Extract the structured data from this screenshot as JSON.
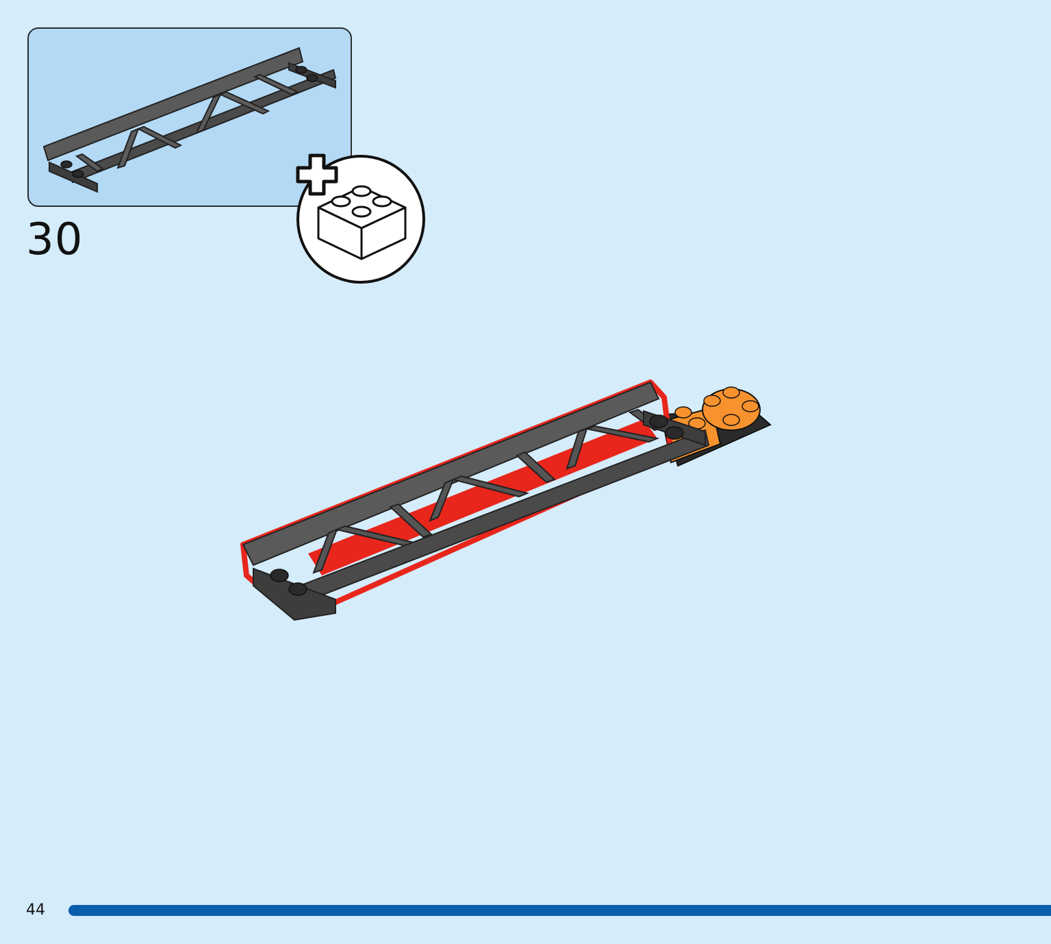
{
  "step": {
    "number": "30"
  },
  "page": {
    "number": "44"
  },
  "colors": {
    "background": "#d5ecfb",
    "callout_background": "#b3d9f5",
    "progress_bar": "#0a5fac",
    "ladder": "#4a4a4a",
    "highlight": "#e8261c",
    "accent_orange": "#f7922e"
  },
  "icons": {
    "callout_part": "ladder-part",
    "bubble": "add-brick-icon",
    "main": "ladder-assembly"
  }
}
